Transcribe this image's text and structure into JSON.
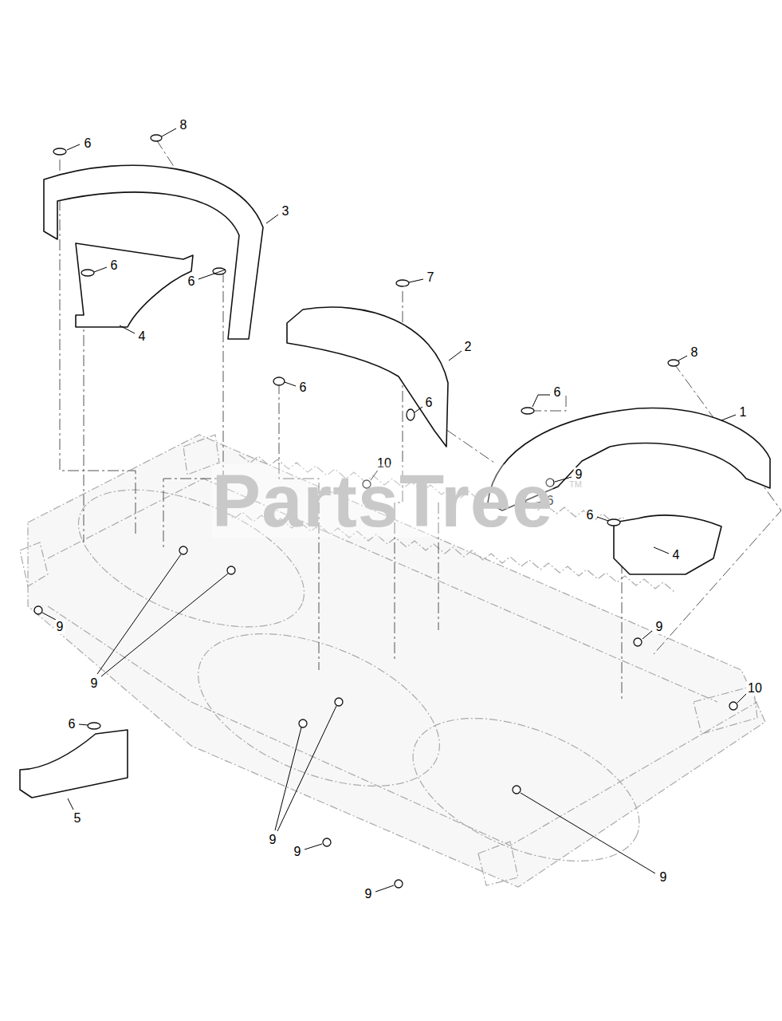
{
  "diagram": {
    "labels": [
      "6",
      "8",
      "3",
      "6",
      "6",
      "4",
      "7",
      "2",
      "6",
      "6",
      "6",
      "8",
      "1",
      "10",
      "9",
      "6",
      "6",
      "4",
      "9",
      "9",
      "9",
      "10",
      "6",
      "5",
      "9",
      "9",
      "9",
      "9",
      "PartsTree",
      "TM"
    ]
  }
}
